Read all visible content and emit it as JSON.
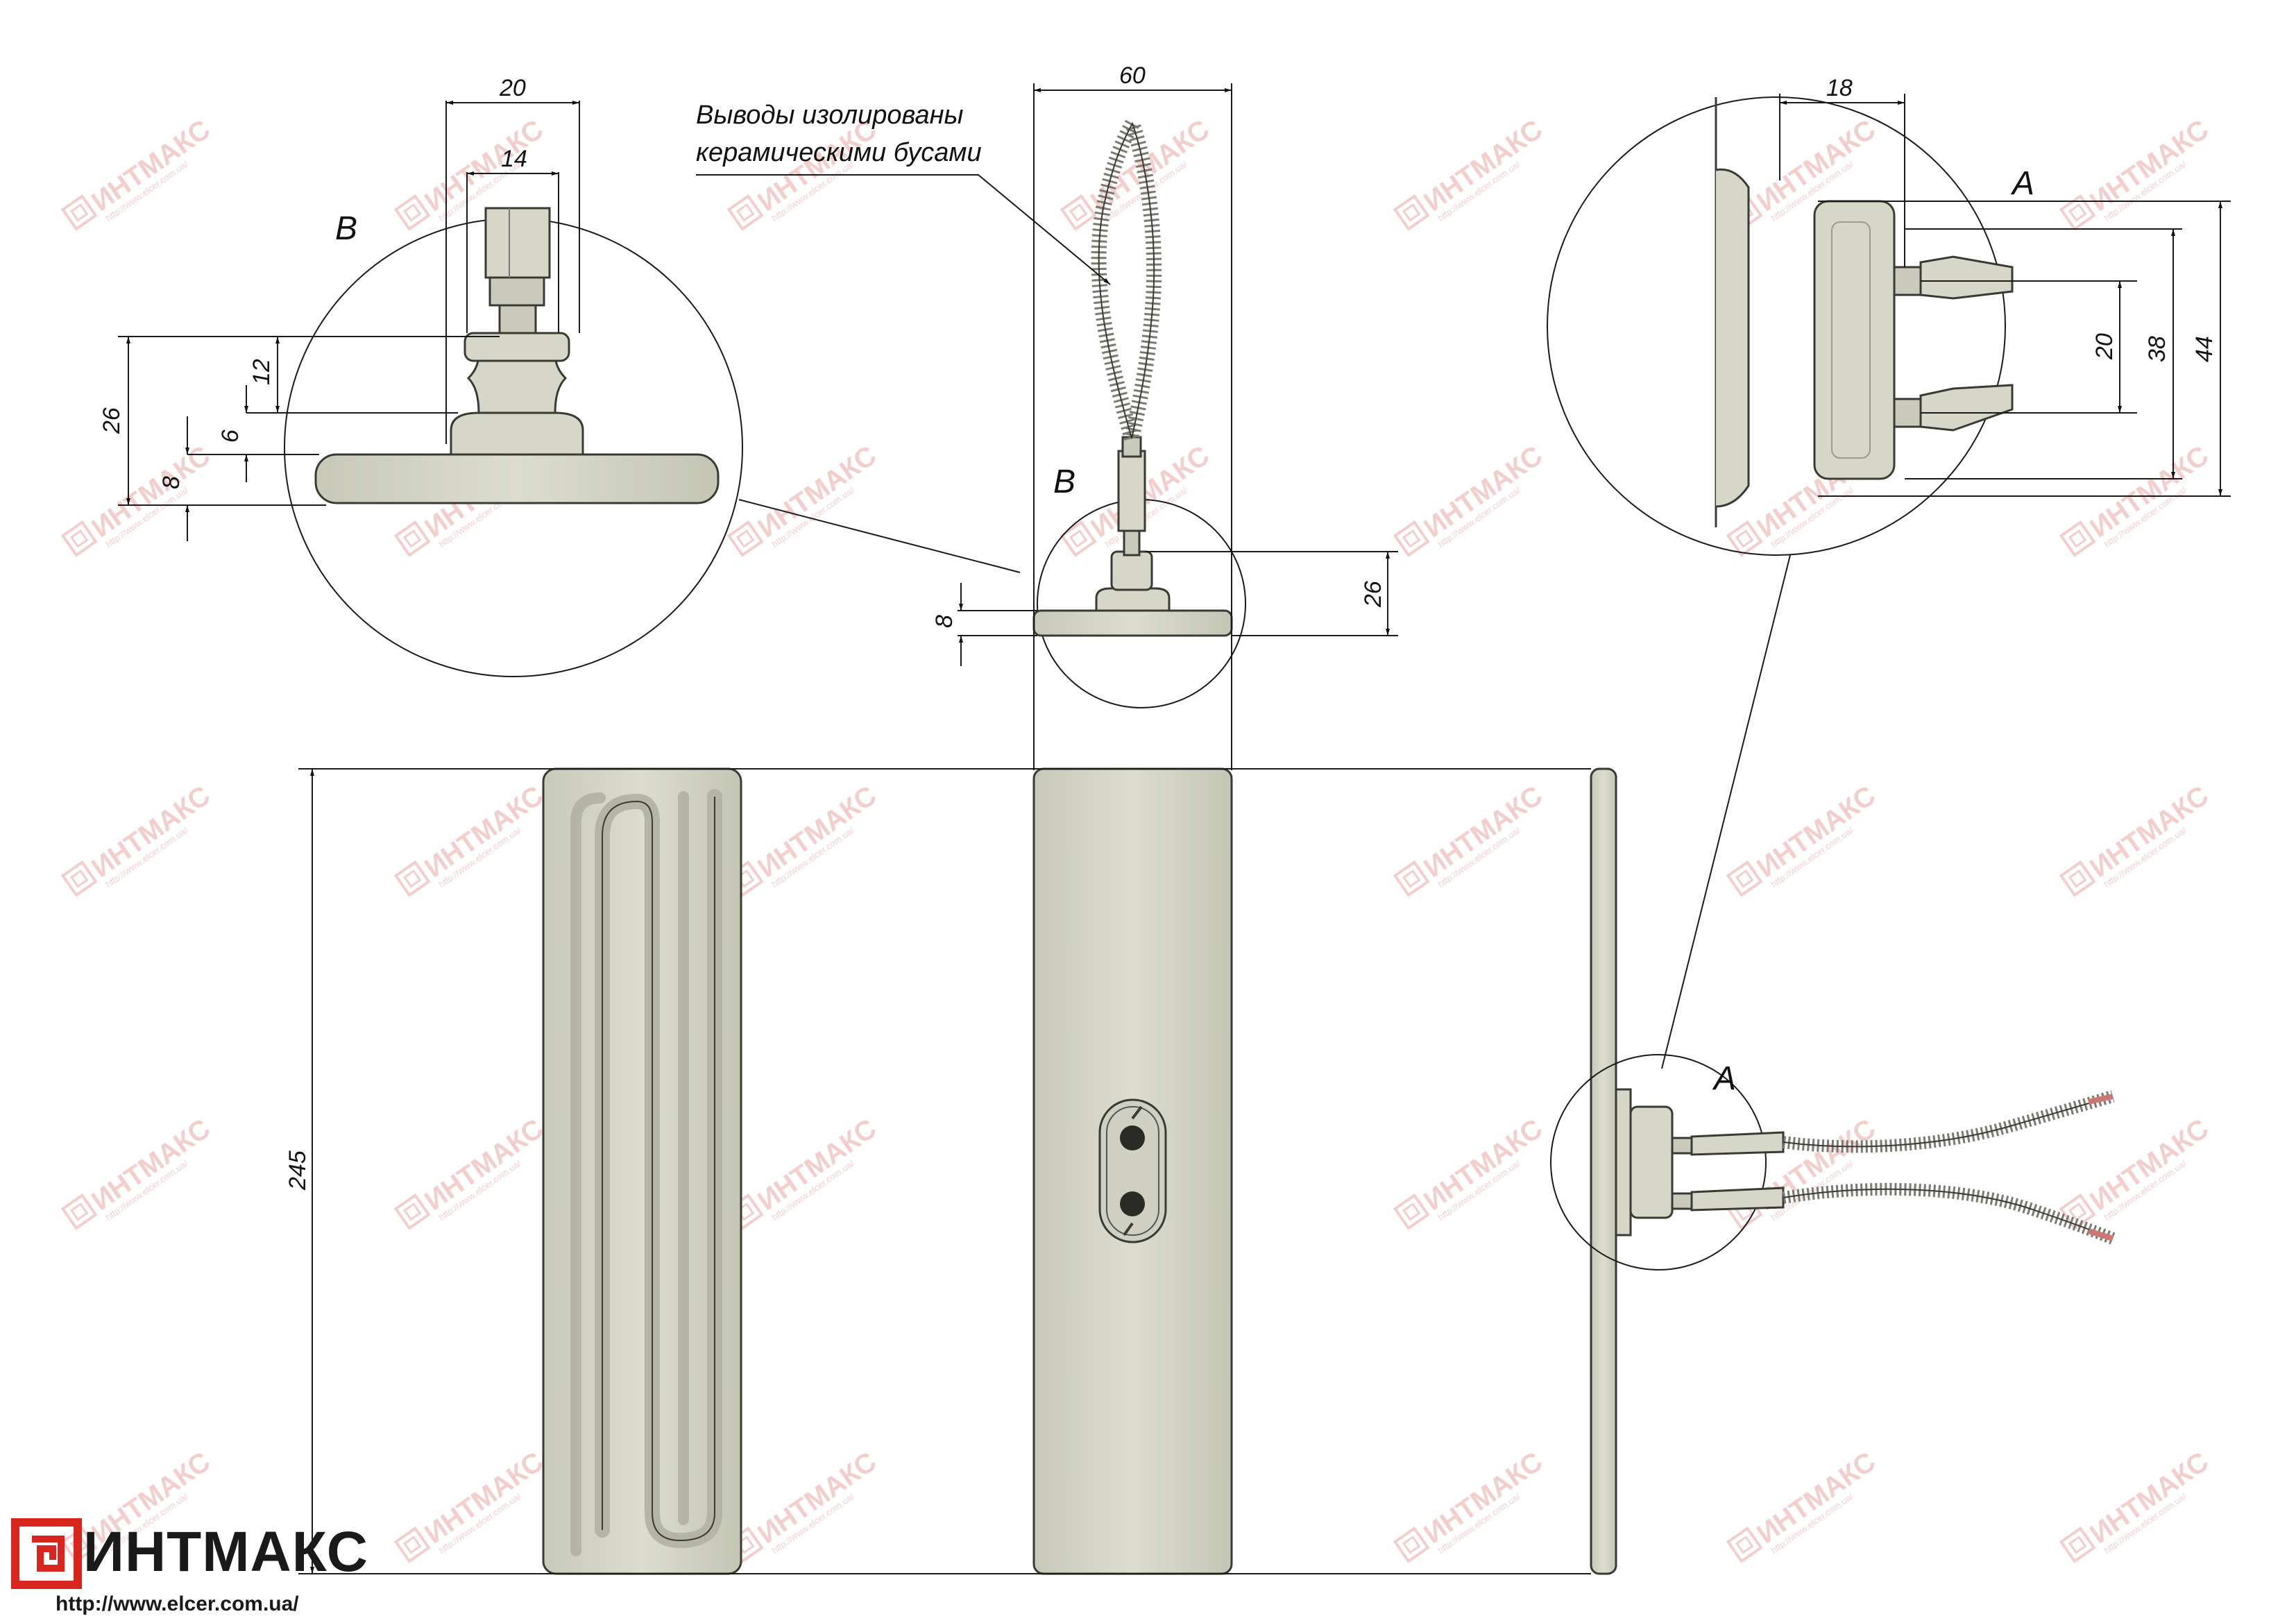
{
  "brand": {
    "name": "ИНТМАКС",
    "url": "http://www.elcer.com.ua/",
    "accent_color": "#d8261f",
    "logo_icon": "greek-key-square-icon"
  },
  "watermark": {
    "text": "ИНТМАКС",
    "url": "http://www.elcer.com.ua/",
    "color": "#e8a6a2"
  },
  "note": {
    "line1": "Выводы изолированы",
    "line2": "керамическими бусами"
  },
  "views": {
    "detail_b_label": "B",
    "detail_a_label": "A",
    "side_b_label": "B",
    "front_a_label": "A"
  },
  "dimensions": {
    "b_width_20": "20",
    "b_width_14": "14",
    "b_height_26": "26",
    "b_height_12": "12",
    "b_height_6": "6",
    "b_height_8": "8",
    "top_width_60": "60",
    "top_height_26": "26",
    "top_height_8": "8",
    "a_width_18": "18",
    "a_height_20": "20",
    "a_height_38": "38",
    "a_height_44": "44",
    "length_245": "245"
  }
}
